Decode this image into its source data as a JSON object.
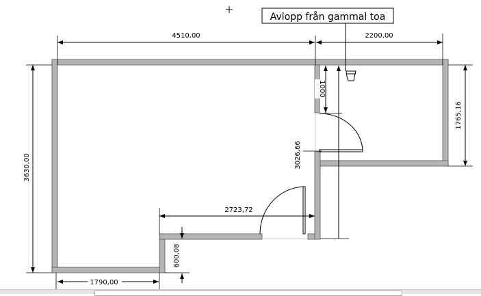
{
  "callout": {
    "text": "Avlopp från gammal toa"
  },
  "dimensions": {
    "top_left": "4510,00",
    "top_right": "2200,00",
    "left_height": "3630,00",
    "right_room_height": "1765,16",
    "door_offset": "1000",
    "middle_wall_height": "3026,66",
    "lower_wall_length": "2723,72",
    "step_height": "600,08",
    "bottom_width": "1790,00"
  },
  "colors": {
    "wall": "#b4b4b4",
    "line": "#000000"
  }
}
